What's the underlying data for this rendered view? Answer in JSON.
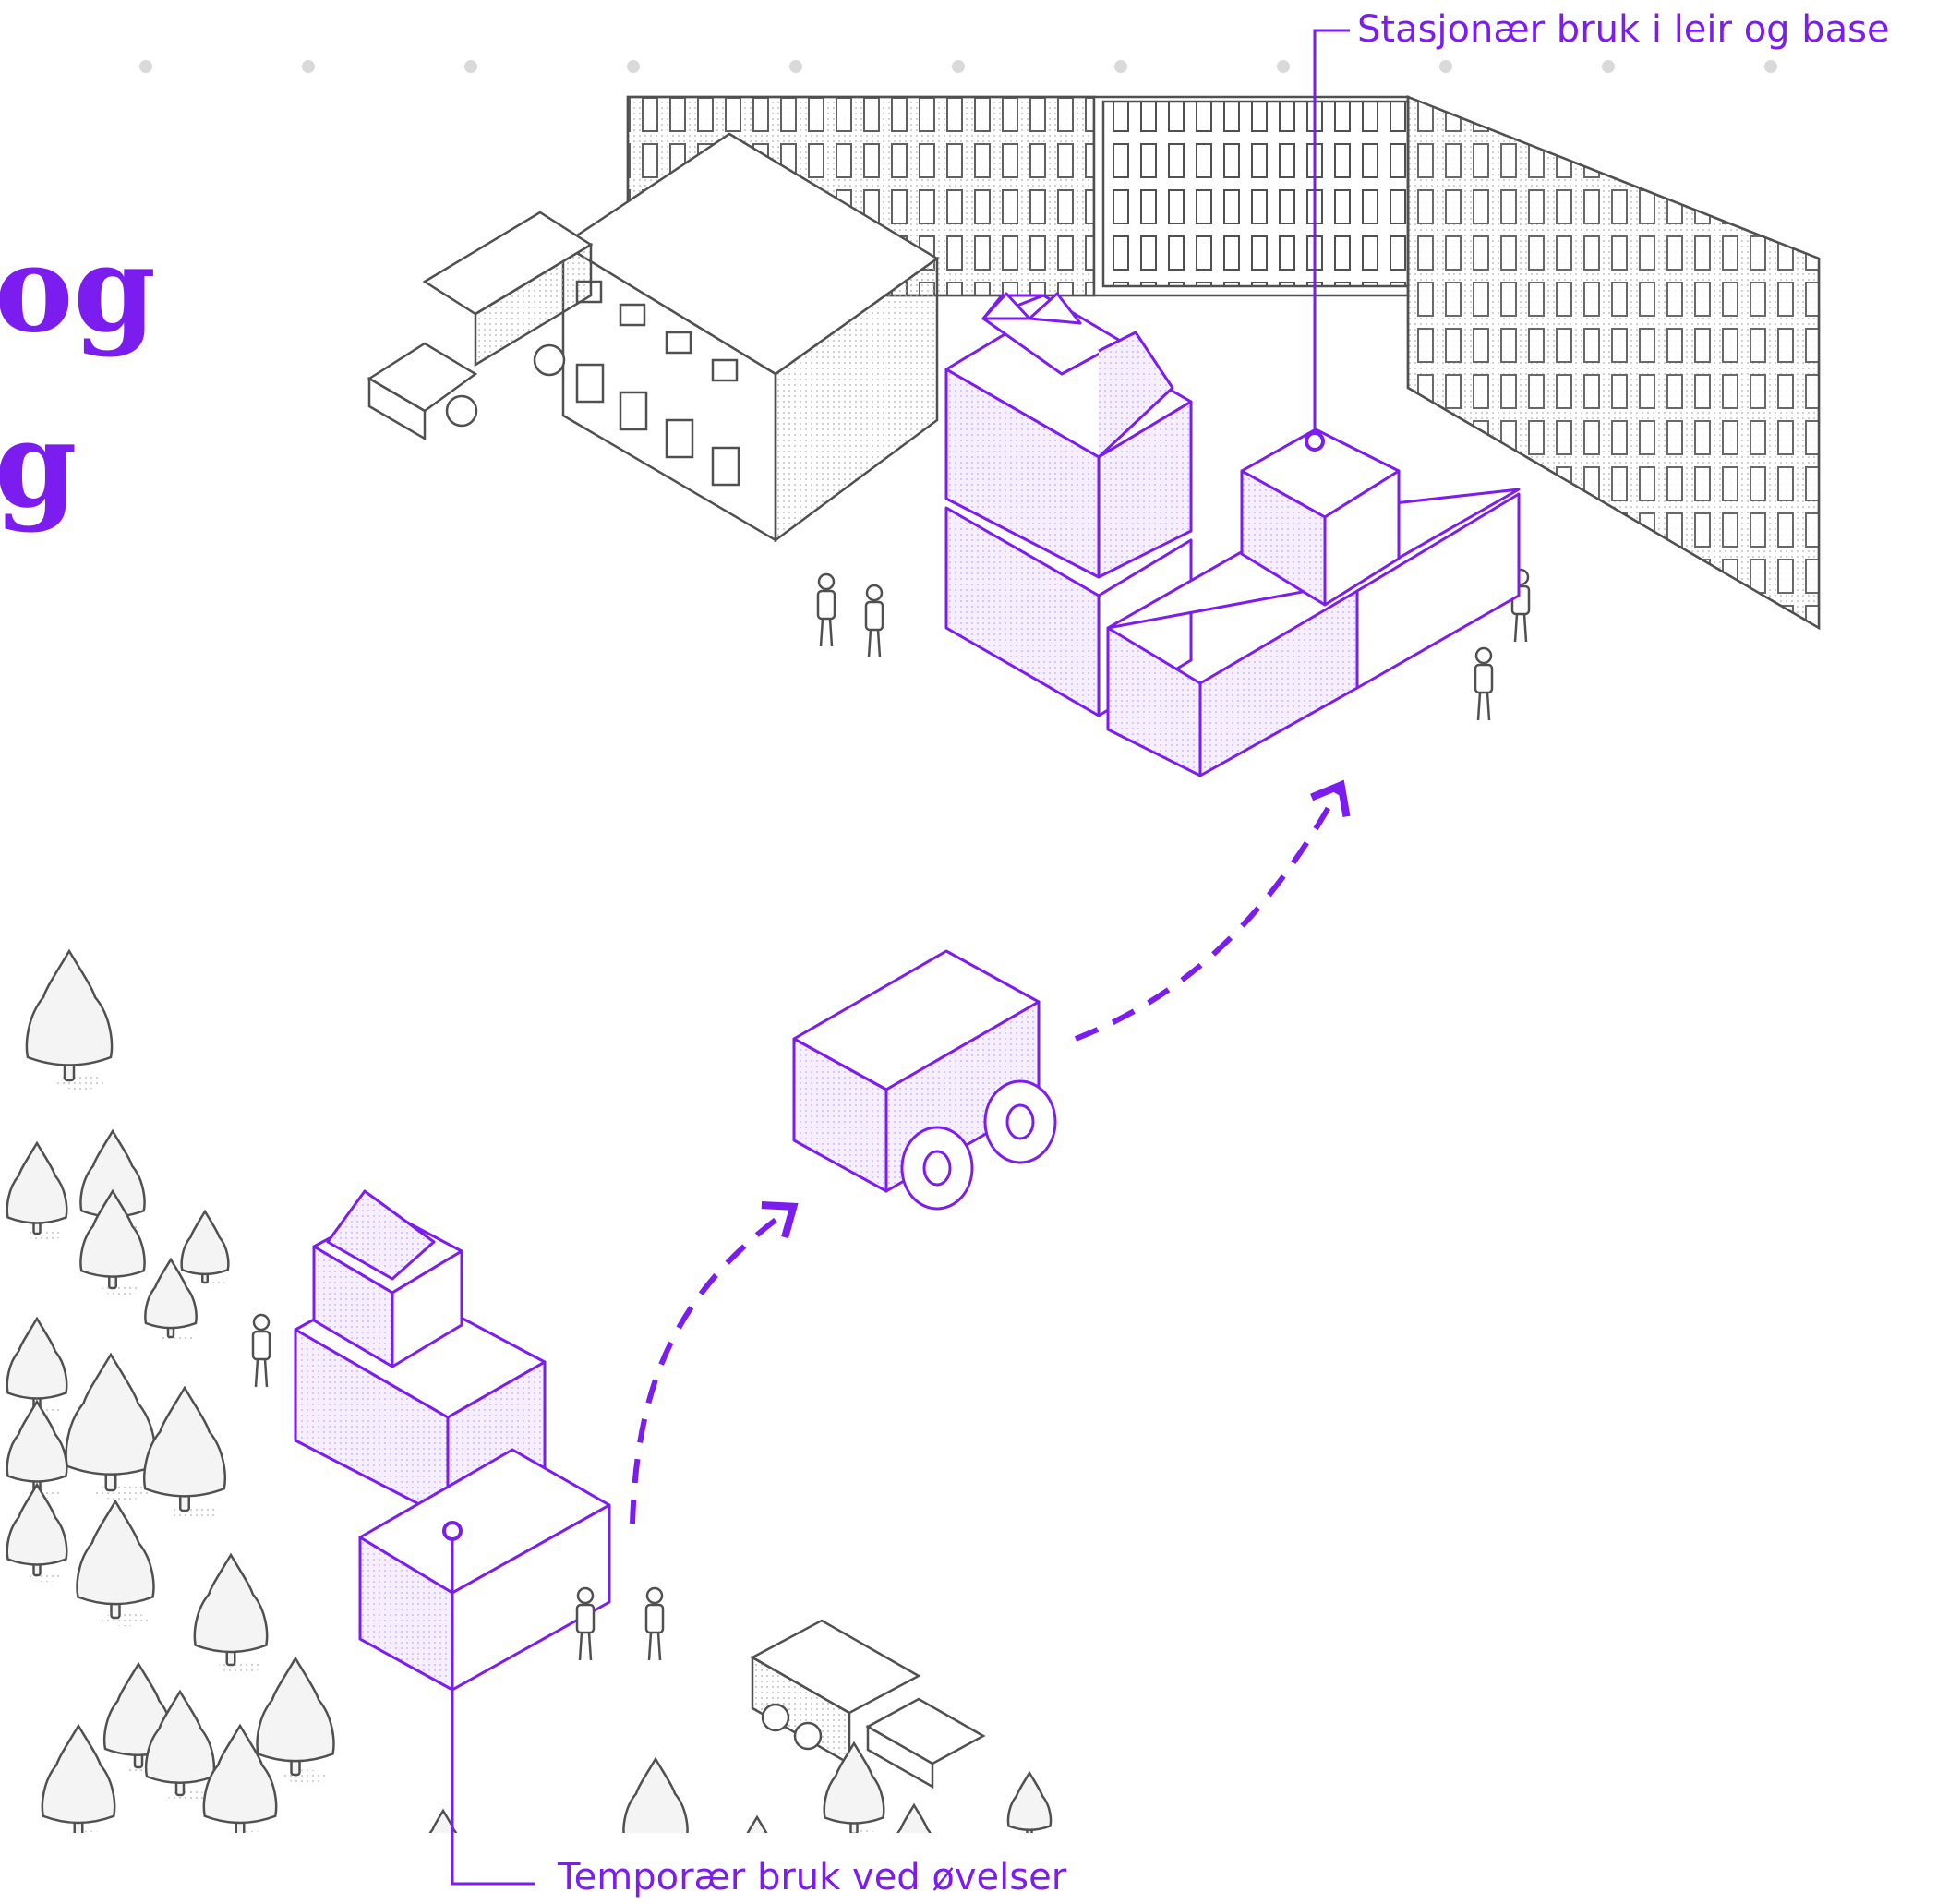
{
  "labels": {
    "stationary": "Stasjonær bruk i leir og base",
    "temporary": "Temporær bruk ved øvelser"
  },
  "title_fragments": {
    "line1": "og",
    "line2": "g"
  },
  "colors": {
    "accent": "#7c1df0",
    "accent_fill": "#f1e6ff",
    "line": "#505050",
    "dot": "#d9d9d9",
    "tree_fill": "#f4f4f4"
  },
  "icons": {
    "anchor": "anchor-ring-icon",
    "arrow": "dashed-arrow-icon",
    "person": "soldier-icon",
    "tree": "pine-tree-icon",
    "truck": "military-truck-icon"
  }
}
